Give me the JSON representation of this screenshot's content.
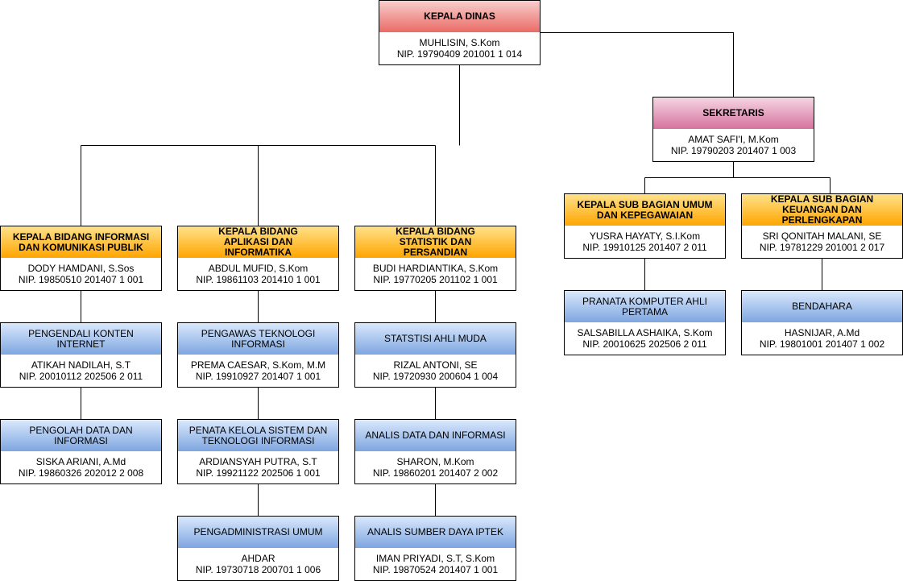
{
  "kepala_dinas": {
    "title": "KEPALA DINAS",
    "name": "MUHLISIN, S.Kom",
    "nip": "NIP. 19790409 201001 1 014"
  },
  "sekretaris": {
    "title": "SEKRETARIS",
    "name": "AMAT SAFI'I, M.Kom",
    "nip": "NIP. 19790203 201407 1 003"
  },
  "bidang_ikp": {
    "title": "KEPALA BIDANG INFORMASI DAN KOMUNIKASI PUBLIK",
    "name": "DODY HAMDANI, S.Sos",
    "nip": "NIP. 19850510 201407 1 001"
  },
  "bidang_aptika": {
    "title": "KEPALA BIDANG APLIKASI DAN INFORMATIKA",
    "name": "ABDUL MUFID, S.Kom",
    "nip": "NIP. 19861103 201410 1 001"
  },
  "bidang_statistik": {
    "title": "KEPALA BIDANG STATISTIK DAN PERSANDIAN",
    "name": "BUDI HARDIANTIKA, S.Kom",
    "nip": "NIP. 19770205 201102 1 001"
  },
  "subbag_umum": {
    "title": "KEPALA SUB BAGIAN UMUM DAN KEPEGAWAIAN",
    "name": "YUSRA HAYATY, S.I.Kom",
    "nip": "NIP. 19910125 201407 2 011"
  },
  "subbag_keuangan": {
    "title": "KEPALA SUB BAGIAN KEUANGAN DAN PERLENGKAPAN",
    "name": "SRI QONITAH MALANI, SE",
    "nip": "NIP. 19781229 201001 2 017"
  },
  "pengendali_konten": {
    "title": "PENGENDALI KONTEN INTERNET",
    "name": "ATIKAH NADILAH, S.T",
    "nip": "NIP. 20010112 202506 2 011"
  },
  "pengolah_data": {
    "title": "PENGOLAH DATA DAN INFORMASI",
    "name": "SISKA ARIANI, A.Md",
    "nip": "NIP. 19860326 202012 2 008"
  },
  "pengawas_ti": {
    "title": "PENGAWAS TEKNOLOGI INFORMASI",
    "name": "PREMA CAESAR, S.Kom, M.M",
    "nip": "NIP. 19910927 201407 1 001"
  },
  "penata_kelola": {
    "title": "PENATA KELOLA SISTEM DAN TEKNOLOGI INFORMASI",
    "name": "ARDIANSYAH PUTRA, S.T",
    "nip": "NIP. 19921122 202506 1 001"
  },
  "pengadministrasi": {
    "title": "PENGADMINISTRASI UMUM",
    "name": "AHDAR",
    "nip": "NIP. 19730718 200701 1 006"
  },
  "statistisi": {
    "title": "STATSTISI AHLI MUDA",
    "name": "RIZAL ANTONI, SE",
    "nip": "NIP. 19720930 200604 1 004"
  },
  "analis_data": {
    "title": "ANALIS DATA DAN INFORMASI",
    "name": "SHARON, M.Kom",
    "nip": "NIP. 19860201 201407 2 002"
  },
  "analis_iptek": {
    "title": "ANALIS SUMBER DAYA IPTEK",
    "name": "IMAN PRIYADI, S.T, S.Kom",
    "nip": "NIP. 19870524 201407 1 001"
  },
  "pranata_komputer": {
    "title": "PRANATA KOMPUTER AHLI PERTAMA",
    "name": "SALSABILLA ASHAIKA, S.Kom",
    "nip": "NIP. 20010625 202506 2 011"
  },
  "bendahara": {
    "title": "BENDAHARA",
    "name": "HASNIJAR, A.Md",
    "nip": "NIP. 19801001 201407 1 002"
  }
}
